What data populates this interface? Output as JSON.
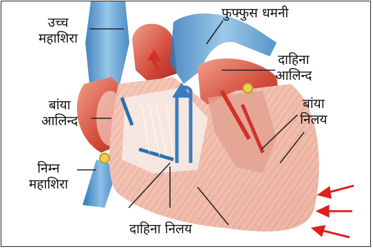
{
  "labels": {
    "superior_vena_cava": [
      "उच्च",
      "महाशिरा"
    ],
    "pulmonary_artery": "फुफ्फुस धमनी",
    "right_atrium_upper": [
      "दाहिना",
      "आलिन्द"
    ],
    "left_atrium": [
      "बांया",
      "आलिन्द"
    ],
    "left_ventricle": [
      "बांया",
      "निलय"
    ],
    "inferior_vena_cava": [
      "निम्न",
      "महाशिरा"
    ],
    "right_ventricle": "दाहिना निलय"
  },
  "colors": {
    "vein_blue": "#4a8fc8",
    "artery_red": "#d23a3a",
    "muscle_pink": "#f2bfae",
    "muscle_dark": "#c8604a",
    "arrow_red": "#e01e1e",
    "outline": "#222222"
  }
}
